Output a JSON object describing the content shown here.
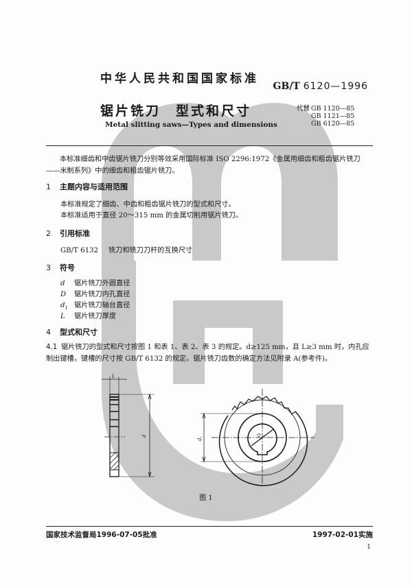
{
  "header": {
    "publisher_title": "中华人民共和国国家标准",
    "standard_prefix": "GB/T",
    "standard_number": "6120—1996",
    "title_cn_part1": "锯片铣刀",
    "title_cn_part2": "型式和尺寸",
    "title_en": "Metal slitting saws—Types and dimensions",
    "replaces_label": "代替",
    "replaces": [
      "GB 1120—85",
      "GB 1121—85",
      "GB 6120—85"
    ]
  },
  "intro": "本标准细齿和中齿锯片铣刀分别等效采用国际标准 ISO 2296:1972《金属用细齿和粗齿锯片铣刀——米制系列》中的细齿和粗齿锯片铣刀。",
  "sections": [
    {
      "number": "1",
      "title": "主题内容与适用范围",
      "paragraphs": [
        "本标准规定了细齿、中齿和粗齿锯片铣刀的型式和尺寸。",
        "本标准适用于直径 20～315 mm 的金属切削用锯片铣刀。"
      ]
    },
    {
      "number": "2",
      "title": "引用标准",
      "reference_code": "GB/T 6132",
      "reference_title": "铣刀和铣刀刀杆的互换尺寸"
    },
    {
      "number": "3",
      "title": "符号",
      "symbols": [
        {
          "sym": "d",
          "sub": "",
          "desc": "锯片铣刀外圆直径"
        },
        {
          "sym": "D",
          "sub": "",
          "desc": "锯片铣刀内孔直径"
        },
        {
          "sym": "d",
          "sub": "1",
          "desc": "锯片铣刀轴台直径"
        },
        {
          "sym": "L",
          "sub": "",
          "desc": "锯片铣刀厚度"
        }
      ]
    },
    {
      "number": "4",
      "title": "型式和尺寸",
      "clause_number": "4.1",
      "clause_text": "锯片铣刀的型式和尺寸按图 1 和表 1、表 2、表 3 的规定。d≥125 mm，且 L≥3 mm 时，内孔应制出键槽，键槽的尺寸按 GB/T 6132 的规定。锯片铣刀齿数的确定方法见附录 A(参考件)。"
    }
  ],
  "figure": {
    "caption": "图 1",
    "labels": {
      "thickness": "L",
      "outer_diameter": "d",
      "hub_diameter": "d1",
      "bore": "D"
    }
  },
  "footer": {
    "approval": "国家技术监督局1996-07-05批准",
    "effective": "1997-02-01实施",
    "page_number": "1"
  },
  "colors": {
    "watermark": "#c9c9c9",
    "ink": "#1a1a1a",
    "paper": "#fdfdfc"
  }
}
